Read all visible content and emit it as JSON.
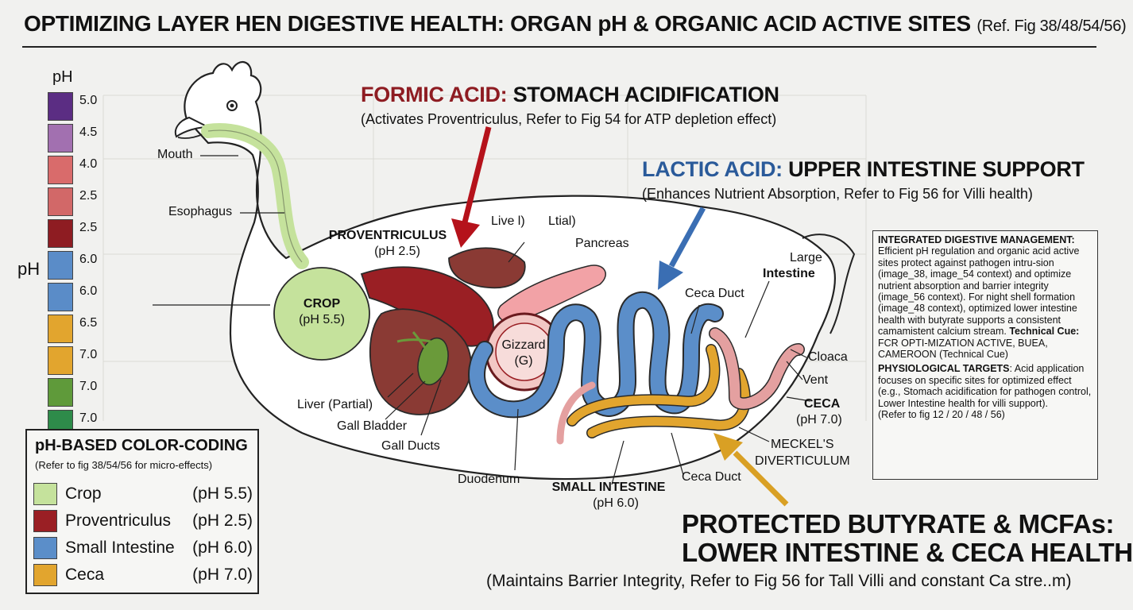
{
  "title": {
    "main": "OPTIMIZING LAYER HEN DIGESTIVE HEALTH: ORGAN pH & ORGANIC ACID ACTIVE SITES",
    "ref": "(Ref. Fig 38/48/54/56)"
  },
  "ph_scale": {
    "header": "pH",
    "side_label": "pH",
    "steps": [
      {
        "value": "5.0",
        "color": "#5b2d83"
      },
      {
        "value": "4.5",
        "color": "#a270b0"
      },
      {
        "value": "4.0",
        "color": "#d96b6b"
      },
      {
        "value": "2.5",
        "color": "#d26868"
      },
      {
        "value": "2.5",
        "color": "#8e1c22"
      },
      {
        "value": "6.0",
        "color": "#5a8cc8"
      },
      {
        "value": "6.0",
        "color": "#5a8cc8"
      },
      {
        "value": "6.5",
        "color": "#e2a52e"
      },
      {
        "value": "7.0",
        "color": "#e2a52e"
      },
      {
        "value": "7.0",
        "color": "#5f9a3a"
      },
      {
        "value": "7.0",
        "color": "#2e8b4a"
      }
    ]
  },
  "formic": {
    "acid": "FORMIC ACID:",
    "rest": " STOMACH ACIDIFICATION",
    "sub": "(Activates Proventriculus, Refer to Fig 54 for ATP depletion effect)",
    "color": "#8e1c22"
  },
  "lactic": {
    "acid": "LACTIC ACID:",
    "rest": " UPPER INTESTINE SUPPORT",
    "sub": "(Enhances Nutrient Absorption, Refer to Fig 56 for Villi health)",
    "color": "#2a5a9a"
  },
  "butyrate": {
    "line1": "PROTECTED BUTYRATE & MCFAs:",
    "line2": "LOWER INTESTINE & CECA HEALTH",
    "sub": "(Maintains Barrier Integrity, Refer to Fig 56 for Tall Villi and constant Ca stre..m)"
  },
  "organs": {
    "mouth": "Mouth",
    "esophagus": "Esophagus",
    "crop_name": "CROP",
    "crop_ph": "(pH 5.5)",
    "proventriculus_name": "PROVENTRICULUS",
    "proventriculus_ph": "(pH 2.5)",
    "liver_partial_top": "Live l)",
    "liver_partial_top2": "Ltial)",
    "pancreas": "Pancreas",
    "gizzard_name": "Gizzard",
    "gizzard_ph": "(G)",
    "liver_partial": "Liver (Partial)",
    "gall_bladder": "Gall Bladder",
    "gall_ducts": "Gall Ducts",
    "duodenum": "Duodenum",
    "small_intestine_name": "SMALL INTESTINE",
    "small_intestine_ph": "(pH 6.0)",
    "ceca_duct_top": "Ceca Duct",
    "ceca_duct_bottom": "Ceca Duct",
    "large_intestine_1": "Large",
    "large_intestine_2": "Intestine",
    "cloaca": "Cloaca",
    "vent": "Vent",
    "ceca_name": "CECA",
    "ceca_ph": "(pH 7.0)",
    "meckel_1": "MECKEL'S",
    "meckel_2": "DIVERTICULUM"
  },
  "legend": {
    "title": "pH-BASED COLOR-CODING",
    "subtitle": "(Refer to fig 38/54/56 for micro-effects)",
    "items": [
      {
        "name": "Crop",
        "ph": "(pH 5.5)",
        "color": "#c5e29c"
      },
      {
        "name": "Proventriculus",
        "ph": "(pH 2.5)",
        "color": "#9a1f24"
      },
      {
        "name": "Small Intestine",
        "ph": "(pH 6.0)",
        "color": "#5b8ec9"
      },
      {
        "name": "Ceca",
        "ph": "(pH 7.0)",
        "color": "#e2a52e"
      }
    ]
  },
  "panel": {
    "h1": "INTEGRATED DIGESTIVE MANAGEMENT:",
    "p1": "Efficient pH regulation and organic acid active sites protect against pathogen intru-sion (image_38, image_54 context) and optimize nutrient absorption and barrier integrity (image_56 context). For night shell formation (image_48 context), optimized lower intestine health with butyrate supports a consistent camamistent calcium stream.",
    "cue_label": "Technical Cue:",
    "cue": " FCR OPTI-MIZATION ACTIVE, BUEA, CAMEROON (Technical Cue)",
    "h2": "PHYSIOLOGICAL TARGETS",
    "p2": ": Acid application focuses on specific sites for optimized effect (e.g., Stomach acidification for pathogen control, Lower Intestine health for villi support).",
    "ref": "(Refer to fig 12 / 20 / 48 / 56)"
  }
}
